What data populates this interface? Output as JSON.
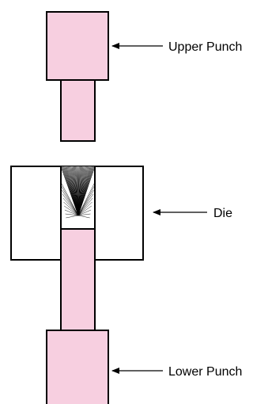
{
  "labels": {
    "upper_punch": "Upper Punch",
    "die": "Die",
    "lower_punch": "Lower Punch"
  },
  "colors": {
    "punch_fill": "#f7cfe0",
    "stroke": "#000000",
    "die_fill": "#ffffff",
    "background": "#ffffff"
  }
}
